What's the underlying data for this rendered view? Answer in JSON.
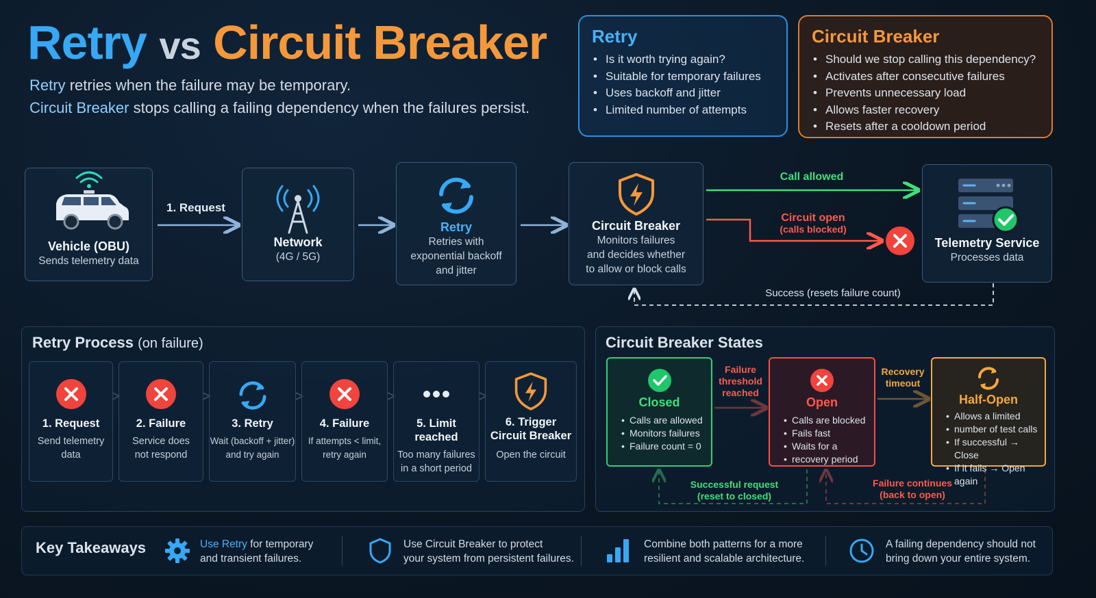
{
  "title": {
    "part1": "Retry",
    "part2": "vs",
    "part3": "Circuit Breaker"
  },
  "subtitle": {
    "line1_term": "Retry",
    "line1_rest": "retries when the failure may be temporary.",
    "line2_term": "Circuit Breaker",
    "line2_rest": "stops calling a failing dependency when the failures persist."
  },
  "retry_box": {
    "heading": "Retry",
    "items": [
      "Is it worth trying again?",
      "Suitable for temporary failures",
      "Uses backoff and jitter",
      "Limited number of attempts"
    ]
  },
  "cb_box": {
    "heading": "Circuit Breaker",
    "items": [
      "Should we stop calling this dependency?",
      "Activates after consecutive failures",
      "Prevents unnecessary load",
      "Allows faster recovery",
      "Resets after a cooldown period"
    ]
  },
  "flow": {
    "vehicle": {
      "title": "Vehicle (OBU)",
      "desc": "Sends telemetry data"
    },
    "request_label": "1. Request",
    "network": {
      "title": "Network",
      "desc": "(4G / 5G)"
    },
    "retry": {
      "title": "Retry",
      "desc1": "Retries with",
      "desc2": "exponential backoff",
      "desc3": "and jitter"
    },
    "breaker": {
      "title": "Circuit Breaker",
      "desc1": "Monitors failures",
      "desc2": "and decides whether",
      "desc3": "to allow or block calls"
    },
    "call_allowed": "Call allowed",
    "circuit_open": "Circuit open",
    "calls_blocked": "(calls blocked)",
    "service": {
      "title": "Telemetry Service",
      "desc": "Processes data"
    },
    "success_label": "Success (resets failure count)"
  },
  "retry_process": {
    "title": "Retry Process",
    "title_suffix": "(on failure)",
    "steps": [
      {
        "title": "1. Request",
        "title2": "",
        "desc1": "Send telemetry",
        "desc2": "data"
      },
      {
        "title": "2. Failure",
        "title2": "",
        "desc1": "Service does",
        "desc2": "not respond"
      },
      {
        "title": "3. Retry",
        "title2": "",
        "desc1": "Wait (backoff + jitter)",
        "desc2": "and try again"
      },
      {
        "title": "4. Failure",
        "title2": "",
        "desc1": "If attempts < limit,",
        "desc2": "retry again"
      },
      {
        "title": "5. Limit reached",
        "title2": "",
        "desc1": "Too many failures",
        "desc2": "in a short period"
      },
      {
        "title": "6. Trigger",
        "title2": "Circuit Breaker",
        "desc1": "Open the circuit",
        "desc2": ""
      }
    ]
  },
  "states": {
    "title": "Circuit Breaker States",
    "closed": {
      "name": "Closed",
      "items": [
        "Calls are allowed",
        "Monitors failures",
        "Failure count = 0"
      ]
    },
    "open": {
      "name": "Open",
      "items": [
        "Calls are blocked",
        "Fails fast",
        "Waits for a",
        "recovery period"
      ]
    },
    "half_open": {
      "name": "Half-Open",
      "items": [
        "Allows a limited",
        "number of test calls",
        "If successful → Close",
        "If it fails → Open again"
      ]
    },
    "threshold_label": [
      "Failure",
      "threshold",
      "reached"
    ],
    "timeout_label": [
      "Recovery",
      "timeout"
    ],
    "success_label": [
      "Successful request",
      "(reset to closed)"
    ],
    "failure_label": [
      "Failure continues",
      "(back to open)"
    ]
  },
  "takeaways": {
    "title": "Key Takeaways",
    "t1_a": "Use Retry",
    "t1_b": "for temporary",
    "t1_c": "and transient failures.",
    "t2_a": "Use Circuit Breaker to protect",
    "t2_b": "your system from persistent failures.",
    "t3_a": "Combine both patterns for a more",
    "t3_b": "resilient and scalable architecture.",
    "t4_a": "A failing dependency should not",
    "t4_b": "bring down your entire system."
  },
  "colors": {
    "retry_blue": "#37a8f5",
    "breaker_orange": "#f5983a",
    "success_green": "#3fe07a",
    "failure_red": "#ff5a4e"
  }
}
